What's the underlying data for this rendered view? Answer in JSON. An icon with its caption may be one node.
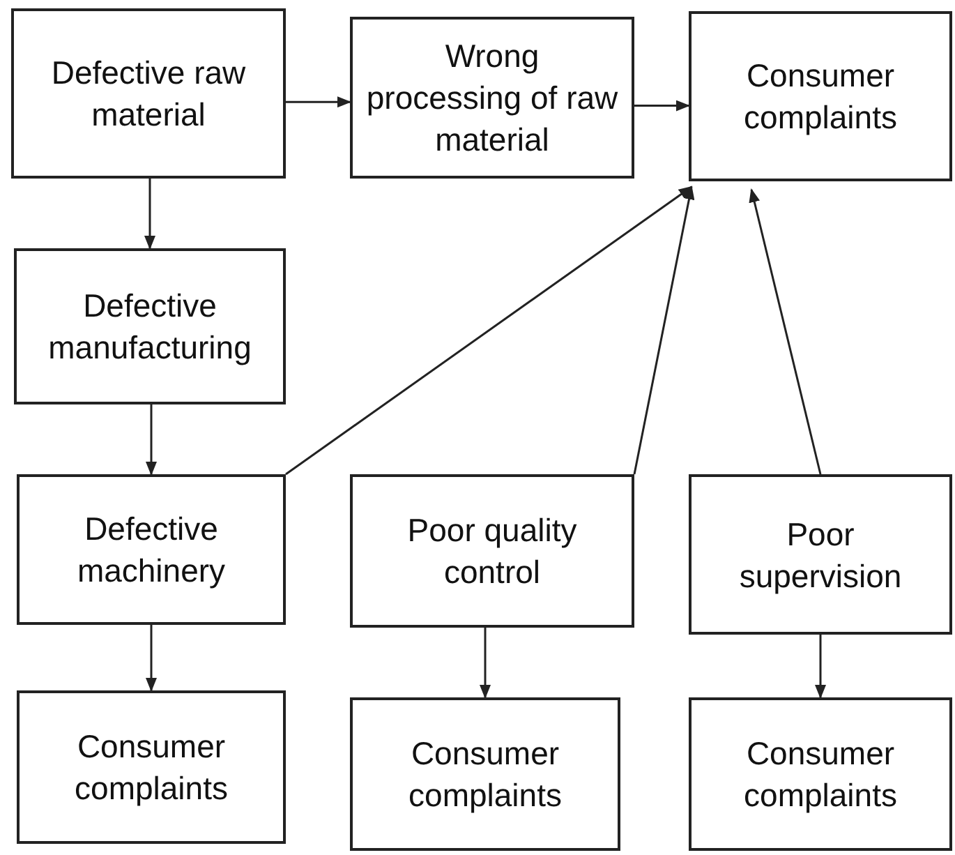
{
  "diagram": {
    "nodes": [
      {
        "text": [
          "Defective raw material"
        ]
      },
      {
        "text": [
          "Wrong processing of raw material"
        ]
      },
      {
        "text": [
          "Consumer complaints"
        ]
      },
      {
        "text": [
          "Defective manufacturing"
        ]
      },
      {
        "text": [
          "Defective machinery"
        ]
      },
      {
        "text": [
          "Poor quality control"
        ]
      },
      {
        "text": [
          "Poor supervision"
        ]
      },
      {
        "text": [
          "Consumer complaints"
        ]
      },
      {
        "text": [
          "Consumer complaints"
        ]
      },
      {
        "text": [
          "Consumer complaints"
        ]
      }
    ],
    "edges": [
      {
        "from": 0,
        "to": 1,
        "arrow": "to"
      },
      {
        "from": 1,
        "to": 2,
        "arrow": "to"
      },
      {
        "from": 0,
        "to": 3,
        "arrow": "to"
      },
      {
        "from": 3,
        "to": 4,
        "arrow": "to"
      },
      {
        "from": 4,
        "to": 2,
        "arrow": "to"
      },
      {
        "from": 5,
        "to": 2,
        "arrow": "to"
      },
      {
        "from": 6,
        "to": 2,
        "arrow": "to"
      },
      {
        "from": 4,
        "to": 7,
        "arrow": "to"
      },
      {
        "from": 5,
        "to": 8,
        "arrow": "to"
      },
      {
        "from": 6,
        "to": 9,
        "arrow": "to"
      }
    ]
  }
}
